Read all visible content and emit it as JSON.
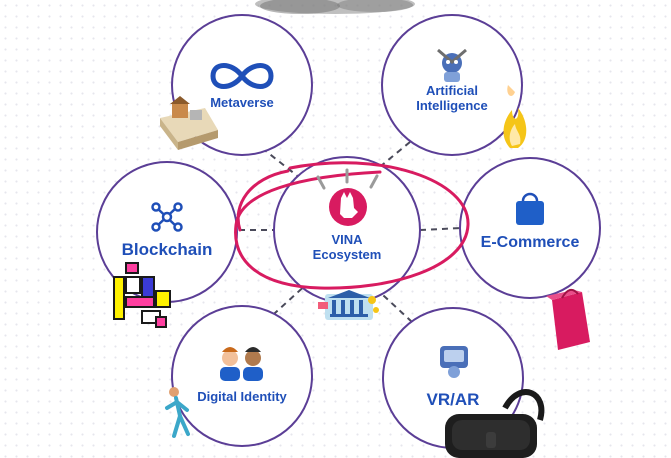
{
  "diagram": {
    "center": {
      "name": "VINA",
      "subtitle": "Ecosystem"
    },
    "nodes": [
      {
        "id": "metaverse",
        "label": "Metaverse",
        "icon": "infinity-icon"
      },
      {
        "id": "ai",
        "label_line1": "Artificial",
        "label_line2": "Intelligence",
        "icon": "robot-icon"
      },
      {
        "id": "blockchain",
        "label": "Blockchain",
        "icon": "network-nodes-icon"
      },
      {
        "id": "ecommerce",
        "label": "E-Commerce",
        "icon": "shopping-bag-icon"
      },
      {
        "id": "identity",
        "label": "Digital Identity",
        "icon": "people-icon"
      },
      {
        "id": "vrar",
        "label": "VR/AR",
        "icon": "vr-headset-icon"
      }
    ],
    "colors": {
      "circle_stroke": "#5b3e96",
      "label_text": "#1f4fb8",
      "center_accent": "#d81b60",
      "connector": "#4a4a5a"
    }
  }
}
